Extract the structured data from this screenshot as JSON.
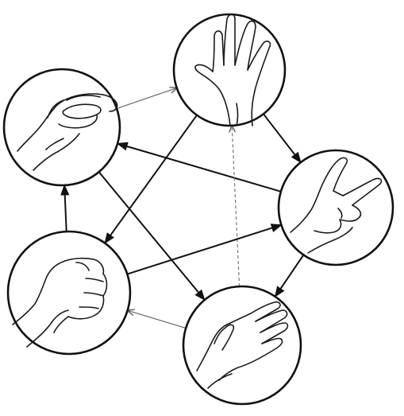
{
  "diagram": {
    "nodes": [
      {
        "id": "lizard",
        "icon": "lizard-hand-icon"
      },
      {
        "id": "spock",
        "icon": "spock-hand-icon"
      },
      {
        "id": "scissors",
        "icon": "scissors-hand-icon"
      },
      {
        "id": "paper",
        "icon": "paper-hand-icon"
      },
      {
        "id": "rock",
        "icon": "rock-hand-icon"
      }
    ],
    "edges": [
      {
        "from": "lizard",
        "to": "spock",
        "style": "faint"
      },
      {
        "from": "spock",
        "to": "scissors",
        "style": "solid"
      },
      {
        "from": "scissors",
        "to": "lizard",
        "style": "solid"
      },
      {
        "from": "spock",
        "to": "rock",
        "style": "solid"
      },
      {
        "from": "lizard",
        "to": "paper",
        "style": "solid"
      },
      {
        "from": "scissors",
        "to": "paper",
        "style": "solid"
      },
      {
        "from": "paper",
        "to": "spock",
        "style": "dashed"
      },
      {
        "from": "rock",
        "to": "scissors",
        "style": "solid"
      },
      {
        "from": "paper",
        "to": "rock",
        "style": "faint"
      },
      {
        "from": "rock",
        "to": "lizard",
        "style": "solid"
      }
    ]
  }
}
